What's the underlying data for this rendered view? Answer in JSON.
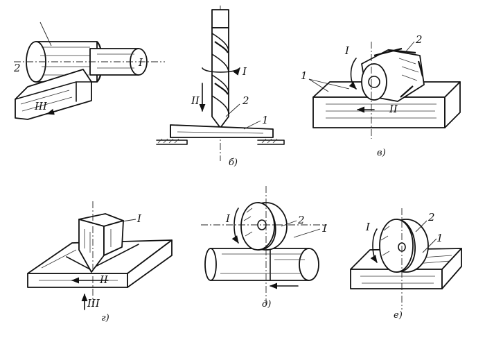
{
  "figure": {
    "panels": [
      {
        "id": "a",
        "labels": {
          "num2": "2",
          "rot": "I",
          "feed": "III"
        },
        "caption": ""
      },
      {
        "id": "b",
        "labels": {
          "rot": "I",
          "feed": "II",
          "num2": "2",
          "num1": "1"
        },
        "caption": "б)"
      },
      {
        "id": "v",
        "labels": {
          "rot": "I",
          "num2": "2",
          "num1": "1",
          "feed": "II"
        },
        "caption": "в)"
      },
      {
        "id": "g",
        "labels": {
          "top": "I",
          "feed2": "II",
          "feed3": "III"
        },
        "caption": "г)"
      },
      {
        "id": "d",
        "labels": {
          "rot": "I",
          "num2": "2",
          "num1": "1"
        },
        "caption": "д)"
      },
      {
        "id": "e",
        "labels": {
          "rot": "I",
          "num2": "2",
          "num1": "1"
        },
        "caption": "е)"
      }
    ]
  }
}
